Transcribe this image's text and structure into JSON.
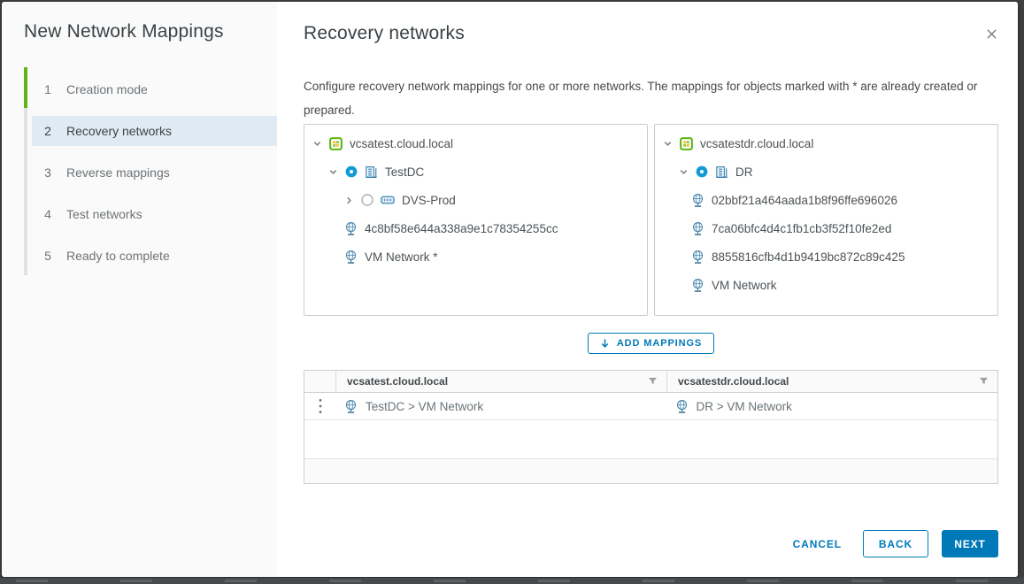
{
  "dialog": {
    "title": "New Network Mappings"
  },
  "sidebar": {
    "steps": [
      {
        "num": "1",
        "label": "Creation mode",
        "state": "completed"
      },
      {
        "num": "2",
        "label": "Recovery networks",
        "state": "current"
      },
      {
        "num": "3",
        "label": "Reverse mappings",
        "state": "upcoming"
      },
      {
        "num": "4",
        "label": "Test networks",
        "state": "upcoming"
      },
      {
        "num": "5",
        "label": "Ready to complete",
        "state": "upcoming"
      }
    ]
  },
  "header": {
    "title": "Recovery networks"
  },
  "description": "Configure recovery network mappings for one or more networks. The mappings for objects marked with * are already created or prepared.",
  "source_tree": {
    "vcenter": "vcsatest.cloud.local",
    "datacenter": "TestDC",
    "dvswitch": "DVS-Prod",
    "networks": [
      "4c8bf58e644a338a9e1c78354255cc",
      "VM Network *"
    ]
  },
  "target_tree": {
    "vcenter": "vcsatestdr.cloud.local",
    "datacenter": "DR",
    "networks": [
      "02bbf21a464aada1b8f96ffe696026",
      "7ca06bfc4d4c1fb1cb3f52f10fe2ed",
      "8855816cfb4d1b9419bc872c89c425",
      "VM Network"
    ]
  },
  "add_button": {
    "label": "ADD MAPPINGS",
    "icon": "arrow-down-icon"
  },
  "mappings_table": {
    "columns": [
      {
        "label": "vcsatest.cloud.local",
        "filter_icon": "filter-icon"
      },
      {
        "label": "vcsatestdr.cloud.local",
        "filter_icon": "filter-icon"
      }
    ],
    "rows": [
      {
        "source": "TestDC > VM Network",
        "target": "DR > VM Network"
      }
    ]
  },
  "footer": {
    "cancel": "CANCEL",
    "back": "BACK",
    "next": "NEXT"
  },
  "icons": [
    "chevron-down-icon",
    "chevron-right-icon",
    "vcenter-icon",
    "datacenter-icon",
    "dvswitch-icon",
    "network-icon",
    "radio-selected-icon",
    "radio-unselected-icon",
    "filter-icon",
    "kebab-menu-icon",
    "close-icon",
    "arrow-down-icon"
  ],
  "colors": {
    "accent": "#0079b8",
    "completed_step": "#60b515",
    "current_step_bg": "#dfeaf2",
    "radio_selected": "#149bd7",
    "vcenter_green": "#5cb615",
    "icon_blue": "#2c7bae"
  }
}
